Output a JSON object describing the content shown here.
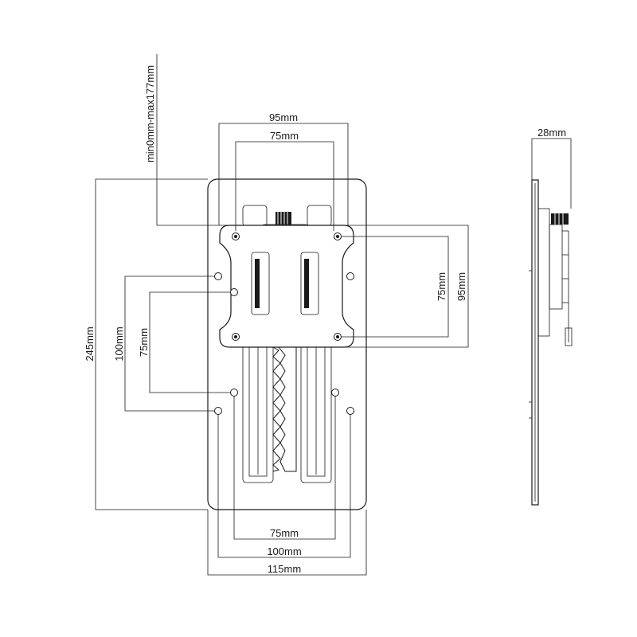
{
  "dimensions": {
    "top_outer_width": "95mm",
    "top_inner_width": "75mm",
    "side_depth": "28mm",
    "slide_range": "min0mm-max177mm",
    "overall_height": "245mm",
    "left_outer_height": "100mm",
    "left_inner_height": "75mm",
    "right_inner_height": "75mm",
    "right_outer_height": "95mm",
    "bottom_inner_width": "75mm",
    "bottom_mid_width": "100mm",
    "bottom_outer_width": "115mm"
  }
}
